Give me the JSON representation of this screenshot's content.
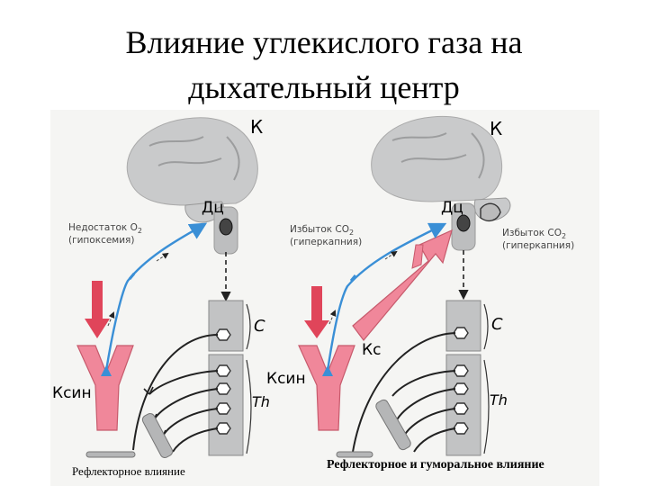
{
  "slide": {
    "title_line1": "Влияние углекислого  газа на",
    "title_line2": "дыхательный центр"
  },
  "figure_left": {
    "cortex_label": "К",
    "center_label": "Дц",
    "hypoxia_line1": "Недостаток О",
    "hypoxia_sub": "2",
    "hypoxia_line2": "(гипоксемия)",
    "sinus_label": "Ксин",
    "cervical_label": "C",
    "thoracic_label": "Th"
  },
  "figure_right": {
    "cortex_label": "К",
    "center_label": "Дц",
    "co2_left_line1": "Избыток СО",
    "co2_left_sub": "2",
    "co2_left_line2": "(гиперкапния)",
    "co2_right_line1": "Избыток СО",
    "co2_right_sub": "2",
    "co2_right_line2": "(гиперкапния)",
    "aorta_label": "Кс",
    "sinus_label": "Ксин",
    "cervical_label": "C",
    "thoracic_label": "Th"
  },
  "captions": {
    "left": "Рефлекторное влияние",
    "right": "Рефлекторное и гуморальное влияние"
  },
  "colors": {
    "vessel": "#f0879a",
    "arrow_red": "#e0455a",
    "nerve_blue": "#3a8fd6",
    "brain_gray": "#c9cacb",
    "spine_gray": "#c2c3c4"
  }
}
